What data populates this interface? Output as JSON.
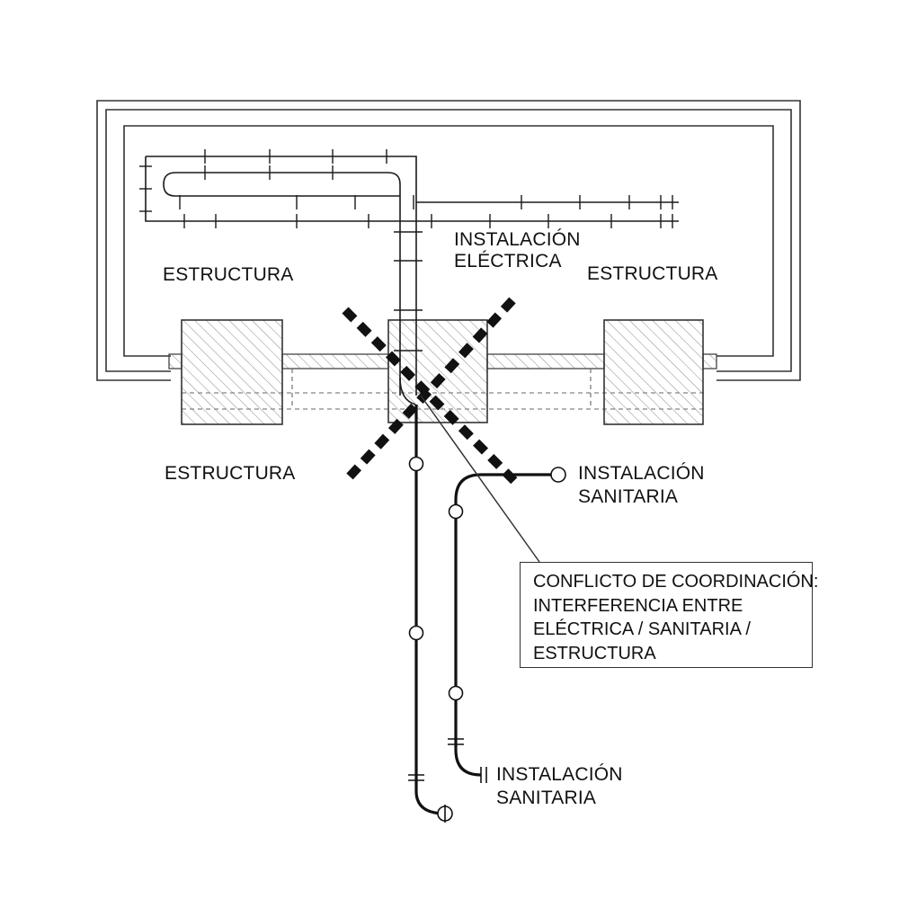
{
  "labels": {
    "estructura_top_left": "ESTRUCTURA",
    "estructura_top_right": "ESTRUCTURA",
    "estructura_bottom_left": "ESTRUCTURA",
    "instalacion_electrica": [
      "INSTALACIÓN",
      "ELÉCTRICA"
    ],
    "instalacion_sanitaria_right": [
      "INSTALACIÓN",
      "SANITARIA"
    ],
    "instalacion_sanitaria_bottom": [
      "INSTALACIÓN",
      "SANITARIA"
    ]
  },
  "callout": {
    "lines": [
      "CONFLICTO DE COORDINACIÓN:",
      "INTERFERENCIA ENTRE",
      "ELÉCTRICA / SANITARIA /",
      "ESTRUCTURA"
    ]
  },
  "colors": {
    "line": "#1a1a1a",
    "hatch": "#888888",
    "conflict_marker": "#111111"
  }
}
